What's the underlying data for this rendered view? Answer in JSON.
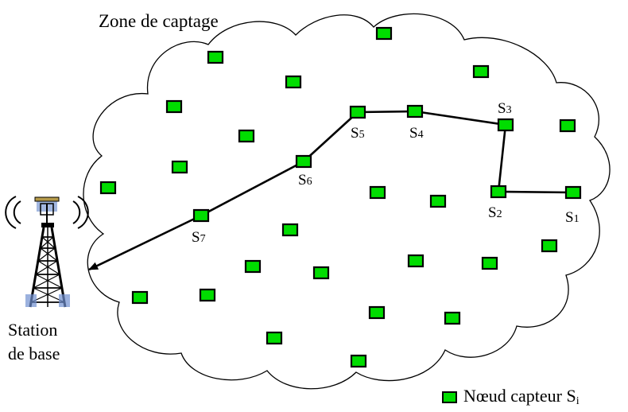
{
  "title": "Zone de captage",
  "base_station": {
    "line1": "Station",
    "line2": "de base"
  },
  "legend": {
    "text": "Nœud capteur S",
    "subscript": "i"
  },
  "colors": {
    "node_fill": "#00dd00",
    "stroke": "#000000",
    "tower_accent": "#7090d0"
  },
  "path_labels": [
    {
      "id": "S1",
      "letter": "S",
      "index": "1"
    },
    {
      "id": "S2",
      "letter": "S",
      "index": "2"
    },
    {
      "id": "S3",
      "letter": "S",
      "index": "3"
    },
    {
      "id": "S4",
      "letter": "S",
      "index": "4"
    },
    {
      "id": "S5",
      "letter": "S",
      "index": "5"
    },
    {
      "id": "S6",
      "letter": "S",
      "index": "6"
    },
    {
      "id": "S7",
      "letter": "S",
      "index": "7"
    }
  ]
}
